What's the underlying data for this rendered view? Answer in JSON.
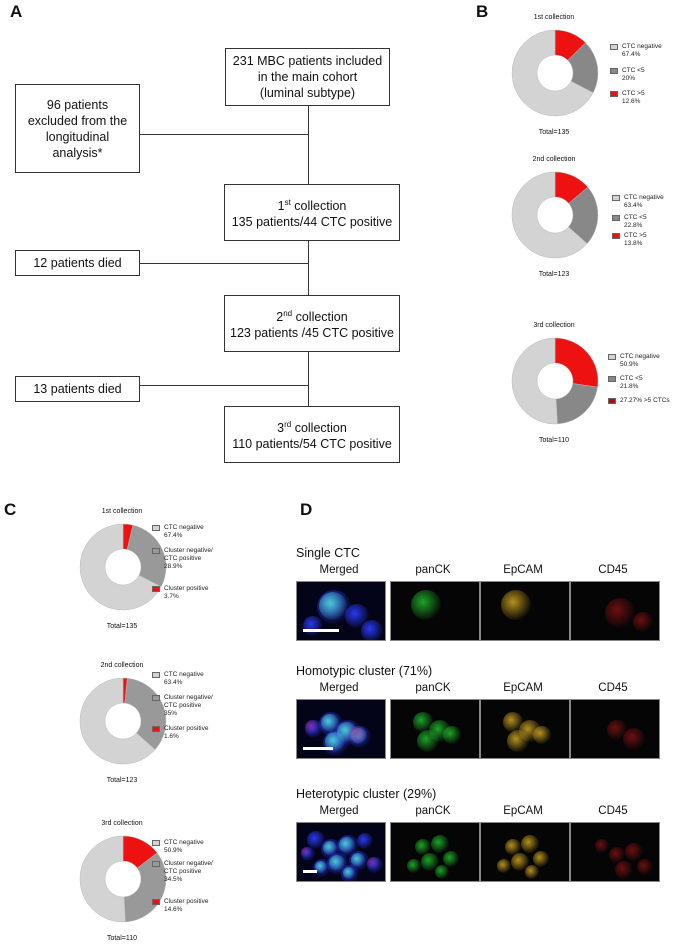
{
  "panels": {
    "a": "A",
    "b": "B",
    "c": "C",
    "d": "D"
  },
  "flowchart": {
    "main_cohort": [
      "231 MBC patients included",
      "in the main cohort",
      "(luminal subtype)"
    ],
    "excluded": [
      "96 patients",
      "excluded from the",
      "longitudinal",
      "analysis*"
    ],
    "collection1": {
      "ordinal": "1",
      "suffix": "st",
      "title": " collection",
      "detail": "135 patients/44 CTC positive"
    },
    "died1": "12 patients died",
    "collection2": {
      "ordinal": "2",
      "suffix": "nd",
      "title": " collection",
      "detail": "123 patients /45 CTC positive"
    },
    "died2": "13 patients died",
    "collection3": {
      "ordinal": "3",
      "suffix": "rd",
      "title": " collection",
      "detail": "110 patients/54 CTC positive"
    }
  },
  "colors": {
    "light": "#d3d3d3",
    "dark": "#888888",
    "red": "#ee1111",
    "darkred": "#aa1111"
  },
  "chart_data": [
    {
      "type": "pie",
      "title": "1st collection",
      "total": "Total=135",
      "slices": [
        {
          "label": "CTC negative",
          "value_label": "67.4%",
          "value": 67.4,
          "color": "#d3d3d3"
        },
        {
          "label": "CTC <5",
          "value_label": "20%",
          "value": 20.0,
          "color": "#888888"
        },
        {
          "label": "CTC >5",
          "value_label": "12.6%",
          "value": 12.6,
          "color": "#ee1111"
        }
      ]
    },
    {
      "type": "pie",
      "title": "2nd collection",
      "total": "Total=123",
      "slices": [
        {
          "label": "CTC negative",
          "value_label": "63.4%",
          "value": 63.4,
          "color": "#d3d3d3"
        },
        {
          "label": "CTC <5",
          "value_label": "22.8%",
          "value": 22.8,
          "color": "#888888"
        },
        {
          "label": "CTC >5",
          "value_label": "13.8%",
          "value": 13.8,
          "color": "#ee1111"
        }
      ]
    },
    {
      "type": "pie",
      "title": "3rd collection",
      "total": "Total=110",
      "slices": [
        {
          "label": "CTC negative",
          "value_label": "50.9%",
          "value": 50.9,
          "color": "#d3d3d3"
        },
        {
          "label": "CTC <5",
          "value_label": "21.8%",
          "value": 21.8,
          "color": "#888888"
        },
        {
          "label": "27.27%  >5 CTCs",
          "value_label": "",
          "value": 27.3,
          "color": "#ee1111"
        }
      ]
    },
    {
      "type": "pie",
      "title": "1st collection",
      "total": "Total=135",
      "slices": [
        {
          "label": "CTC negative",
          "value_label": "67.4%",
          "value": 67.4,
          "color": "#d3d3d3"
        },
        {
          "label": "Cluster negative/\nCTC positive",
          "value_label": "28.9%",
          "value": 28.9,
          "color": "#999999"
        },
        {
          "label": "Cluster positive",
          "value_label": "3.7%",
          "value": 3.7,
          "color": "#ee1111"
        }
      ]
    },
    {
      "type": "pie",
      "title": "2nd collection",
      "total": "Total=123",
      "slices": [
        {
          "label": "CTC negative",
          "value_label": "63.4%",
          "value": 63.4,
          "color": "#d3d3d3"
        },
        {
          "label": "Cluster negative/\nCTC positive",
          "value_label": "35%",
          "value": 35.0,
          "color": "#999999"
        },
        {
          "label": "Cluster positive",
          "value_label": "1.6%",
          "value": 1.6,
          "color": "#ee1111"
        }
      ]
    },
    {
      "type": "pie",
      "title": "3rd collection",
      "total": "Total=110",
      "slices": [
        {
          "label": "CTC negative",
          "value_label": "50.9%",
          "value": 50.9,
          "color": "#d3d3d3"
        },
        {
          "label": "Cluster negative/\nCTC positive",
          "value_label": "34.5%",
          "value": 34.5,
          "color": "#999999"
        },
        {
          "label": "Cluster positive",
          "value_label": "14.6%",
          "value": 14.6,
          "color": "#ee1111"
        }
      ]
    }
  ],
  "microscopy": {
    "channels": [
      "Merged",
      "panCK",
      "EpCAM",
      "CD45"
    ],
    "rows": [
      {
        "title": "Single CTC"
      },
      {
        "title": "Homotypic cluster (71%)"
      },
      {
        "title": "Heterotypic cluster (29%)"
      }
    ]
  }
}
